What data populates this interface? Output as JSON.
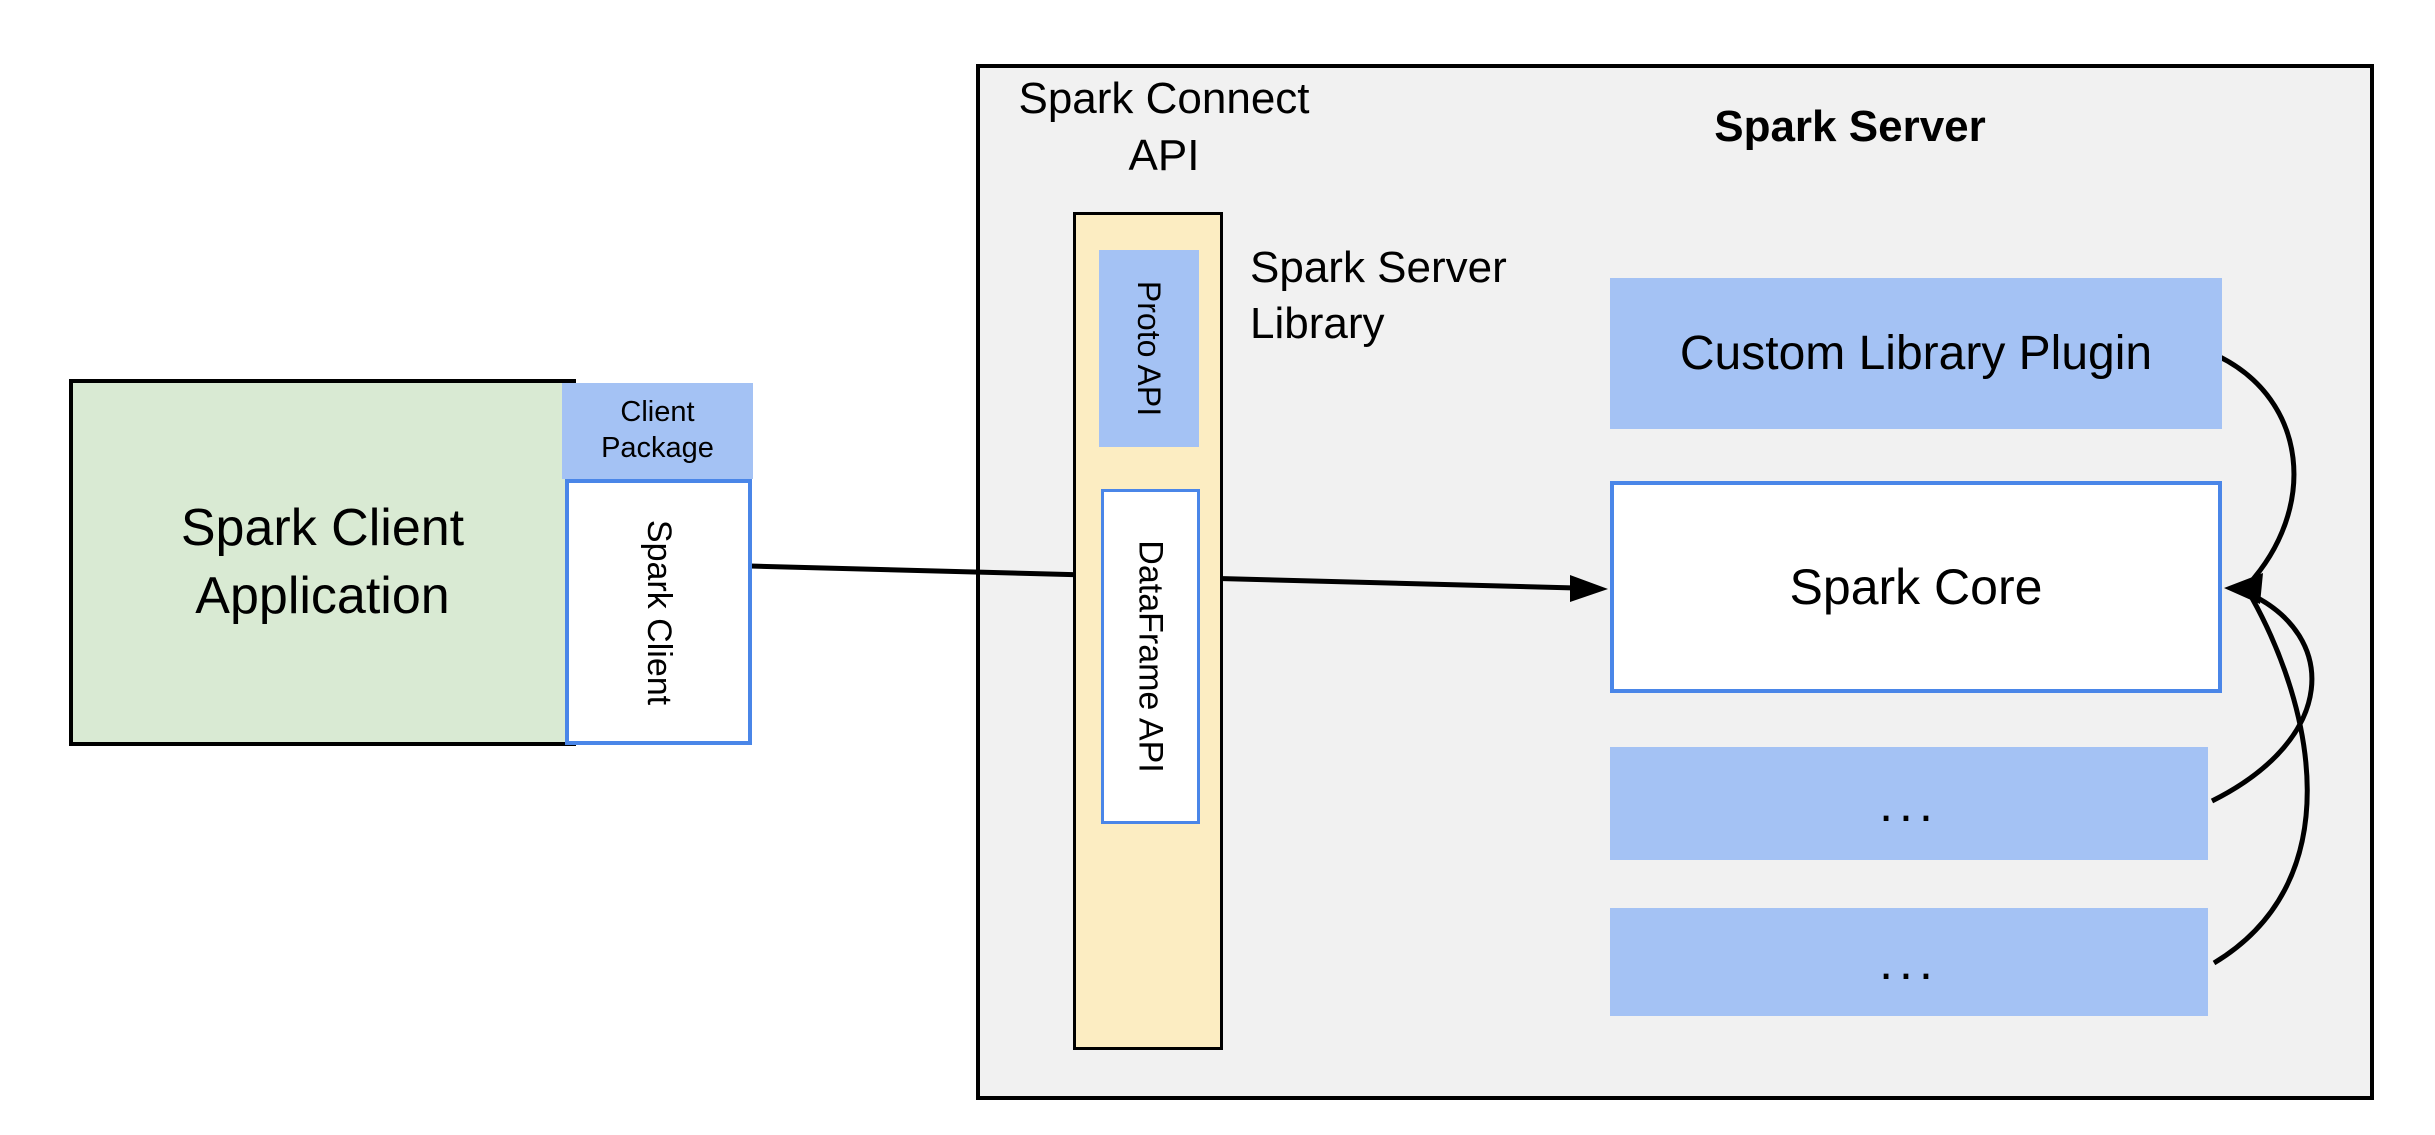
{
  "diagram": {
    "client_app": {
      "label": "Spark Client\nApplication"
    },
    "client_package": {
      "label": "Client\nPackage"
    },
    "spark_client": {
      "label": "Spark Client"
    },
    "connect_api": {
      "label": "Spark Connect\nAPI"
    },
    "server": {
      "title": "Spark Server"
    },
    "server_library": {
      "label": "Spark Server\nLibrary"
    },
    "proto_api": {
      "label": "Proto API"
    },
    "dataframe_api": {
      "label": "DataFrame API"
    },
    "custom_plugin": {
      "label": "Custom Library Plugin"
    },
    "spark_core": {
      "label": "Spark Core"
    },
    "plugin_slot_1": {
      "label": "..."
    },
    "plugin_slot_2": {
      "label": "..."
    }
  },
  "colors": {
    "container_fill": "#f1f1f1",
    "green_fill": "#d9ead3",
    "blue_fill": "#a4c2f4",
    "blue_border": "#4a86e8",
    "yellow_fill": "#fcedc2",
    "line": "#000000",
    "text": "#000000"
  }
}
